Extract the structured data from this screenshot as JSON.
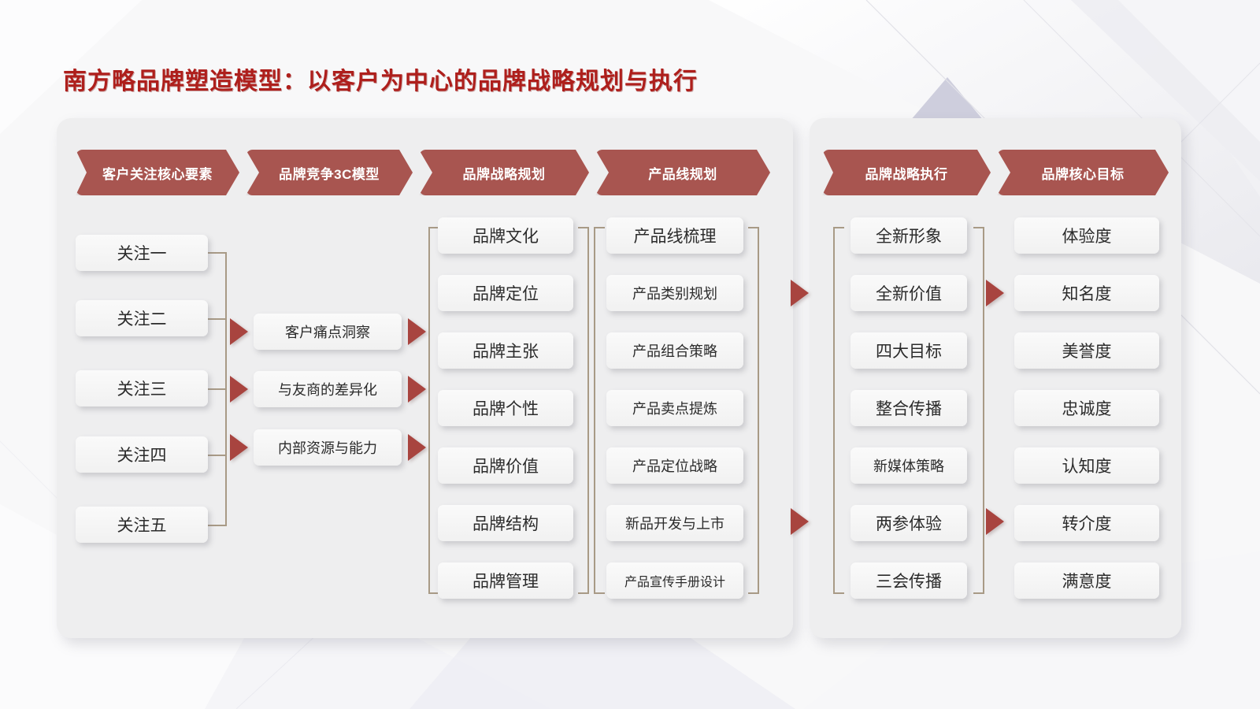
{
  "page": {
    "title": "南方略品牌塑造模型：以客户为中心的品牌战略规划与执行",
    "accent_red": "#A8443F",
    "banner_red": "#A85550",
    "title_red": "#AE1F1C",
    "connector_color": "#a89a86",
    "panel_bg": "#eeeeef",
    "card_bg": "#f5f5f5"
  },
  "panels": [
    {
      "name": "left-panel",
      "columns": [
        0,
        1,
        2,
        3
      ]
    },
    {
      "name": "right-panel",
      "columns": [
        4,
        5
      ]
    }
  ],
  "columns": [
    {
      "id": "customer-focus",
      "header": "客户关注核心要素",
      "items": [
        "关注一",
        "关注二",
        "关注三",
        "关注四",
        "关注五"
      ]
    },
    {
      "id": "brand-3c-model",
      "header": "品牌竞争3C模型",
      "items": [
        "客户痛点洞察",
        "与友商的差异化",
        "内部资源与能力"
      ]
    },
    {
      "id": "brand-strategy-planning",
      "header": "品牌战略规划",
      "items": [
        "品牌文化",
        "品牌定位",
        "品牌主张",
        "品牌个性",
        "品牌价值",
        "品牌结构",
        "品牌管理"
      ]
    },
    {
      "id": "product-line-planning",
      "header": "产品线规划",
      "items": [
        "产品线梳理",
        "产品类别规划",
        "产品组合策略",
        "产品卖点提炼",
        "产品定位战略",
        "新品开发与上市",
        "产品宣传手册设计"
      ]
    },
    {
      "id": "brand-strategy-execution",
      "header": "品牌战略执行",
      "items": [
        "全新形象",
        "全新价值",
        "四大目标",
        "整合传播",
        "新媒体策略",
        "两参体验",
        "三会传播"
      ]
    },
    {
      "id": "brand-core-goals",
      "header": "品牌核心目标",
      "items": [
        "体验度",
        "知名度",
        "美誉度",
        "忠诚度",
        "认知度",
        "转介度",
        "满意度"
      ]
    }
  ]
}
